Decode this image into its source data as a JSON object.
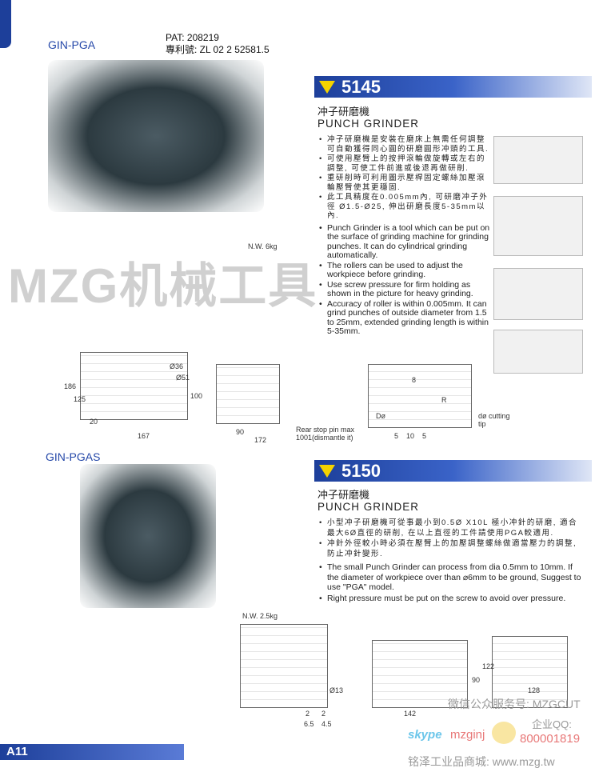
{
  "page_tab": "A11",
  "product1": {
    "model": "GIN-PGA",
    "pat": "PAT: 208219",
    "patent_cn": "專利號:  ZL 02 2 52581.5",
    "number": "5145",
    "title_cn": "冲子研磨機",
    "title_en": "PUNCH  GRINDER",
    "bullets_cn": [
      "冲子研磨機是安裝在磨床上無需任何調整可自動獲得同心圓的研磨圓形冲頭的工具.",
      "可使用壓臂上的按押滾輪做旋轉或左右的調整, 可使工件前進或後退再做研削.",
      "重研削時可利用圖示壓桿固定螺絲加壓滾輪壓臂使其更穩固.",
      "此工具精度在0.005mm內, 可研磨冲子外徑 Ø1.5-Ø25, 伸出研磨長度5-35mm以內."
    ],
    "bullets_en": [
      "Punch Grinder is a tool which can be put on the surface of grinding machine for grinding  punches.  It can do cylindrical grinding automatically.",
      "The rollers can be used to adjust the workpiece before grinding.",
      "Use screw pressure for firm holding as shown in the picture for heavy grinding.",
      "Accuracy of roller is within 0.005mm.  It can grind punches of outside diameter from 1.5 to 25mm, extended grinding length is within 5-35mm."
    ],
    "weight": "N.W. 6kg",
    "dims": [
      "186",
      "125",
      "20",
      "167",
      "Ø36",
      "Ø51",
      "100",
      "90",
      "172",
      "Rear stop pin max 1001(dismantle it)",
      "Dø",
      "5",
      "10",
      "5",
      "R",
      "dø cutting tip",
      "8"
    ]
  },
  "product2": {
    "model": "GIN-PGAS",
    "number": "5150",
    "title_cn": "冲子研磨機",
    "title_en": "PUNCH  GRINDER",
    "bullets_cn": [
      "小型冲子研磨機可從事最小到0.5Ø X10L 極小冲針的研磨, 適合最大6Ø直徑的研削, 在以上直徑的工件請使用PGA較適用.",
      "冲針外徑較小時必須在壓臂上的加壓調整螺絲做適當壓力的調整, 防止冲針變形."
    ],
    "bullets_en": [
      "The small Punch Grinder can process from dia 0.5mm to 10mm. If the diameter of workpiece over than ⌀6mm to be ground, Suggest to use \"PGA\" model.",
      "Right pressure must be put on the screw to avoid over pressure."
    ],
    "weight": "N.W. 2.5kg",
    "dims": [
      "Ø13",
      "2",
      "6.5",
      "4.5",
      "2",
      "142",
      "90",
      "122",
      "128"
    ]
  },
  "watermark": "MZG机械工具",
  "footer": {
    "wechat": "微信公众服务号: MZGCUT",
    "skype": "mzginj",
    "qq_label": "企业QQ:",
    "qq": "800001819",
    "shop": "铭泽工业品商城: www.mzg.tw"
  },
  "colors": {
    "brand_blue": "#1d3f9a",
    "yellow": "#f5d300",
    "watermark_red": "#e87878"
  }
}
